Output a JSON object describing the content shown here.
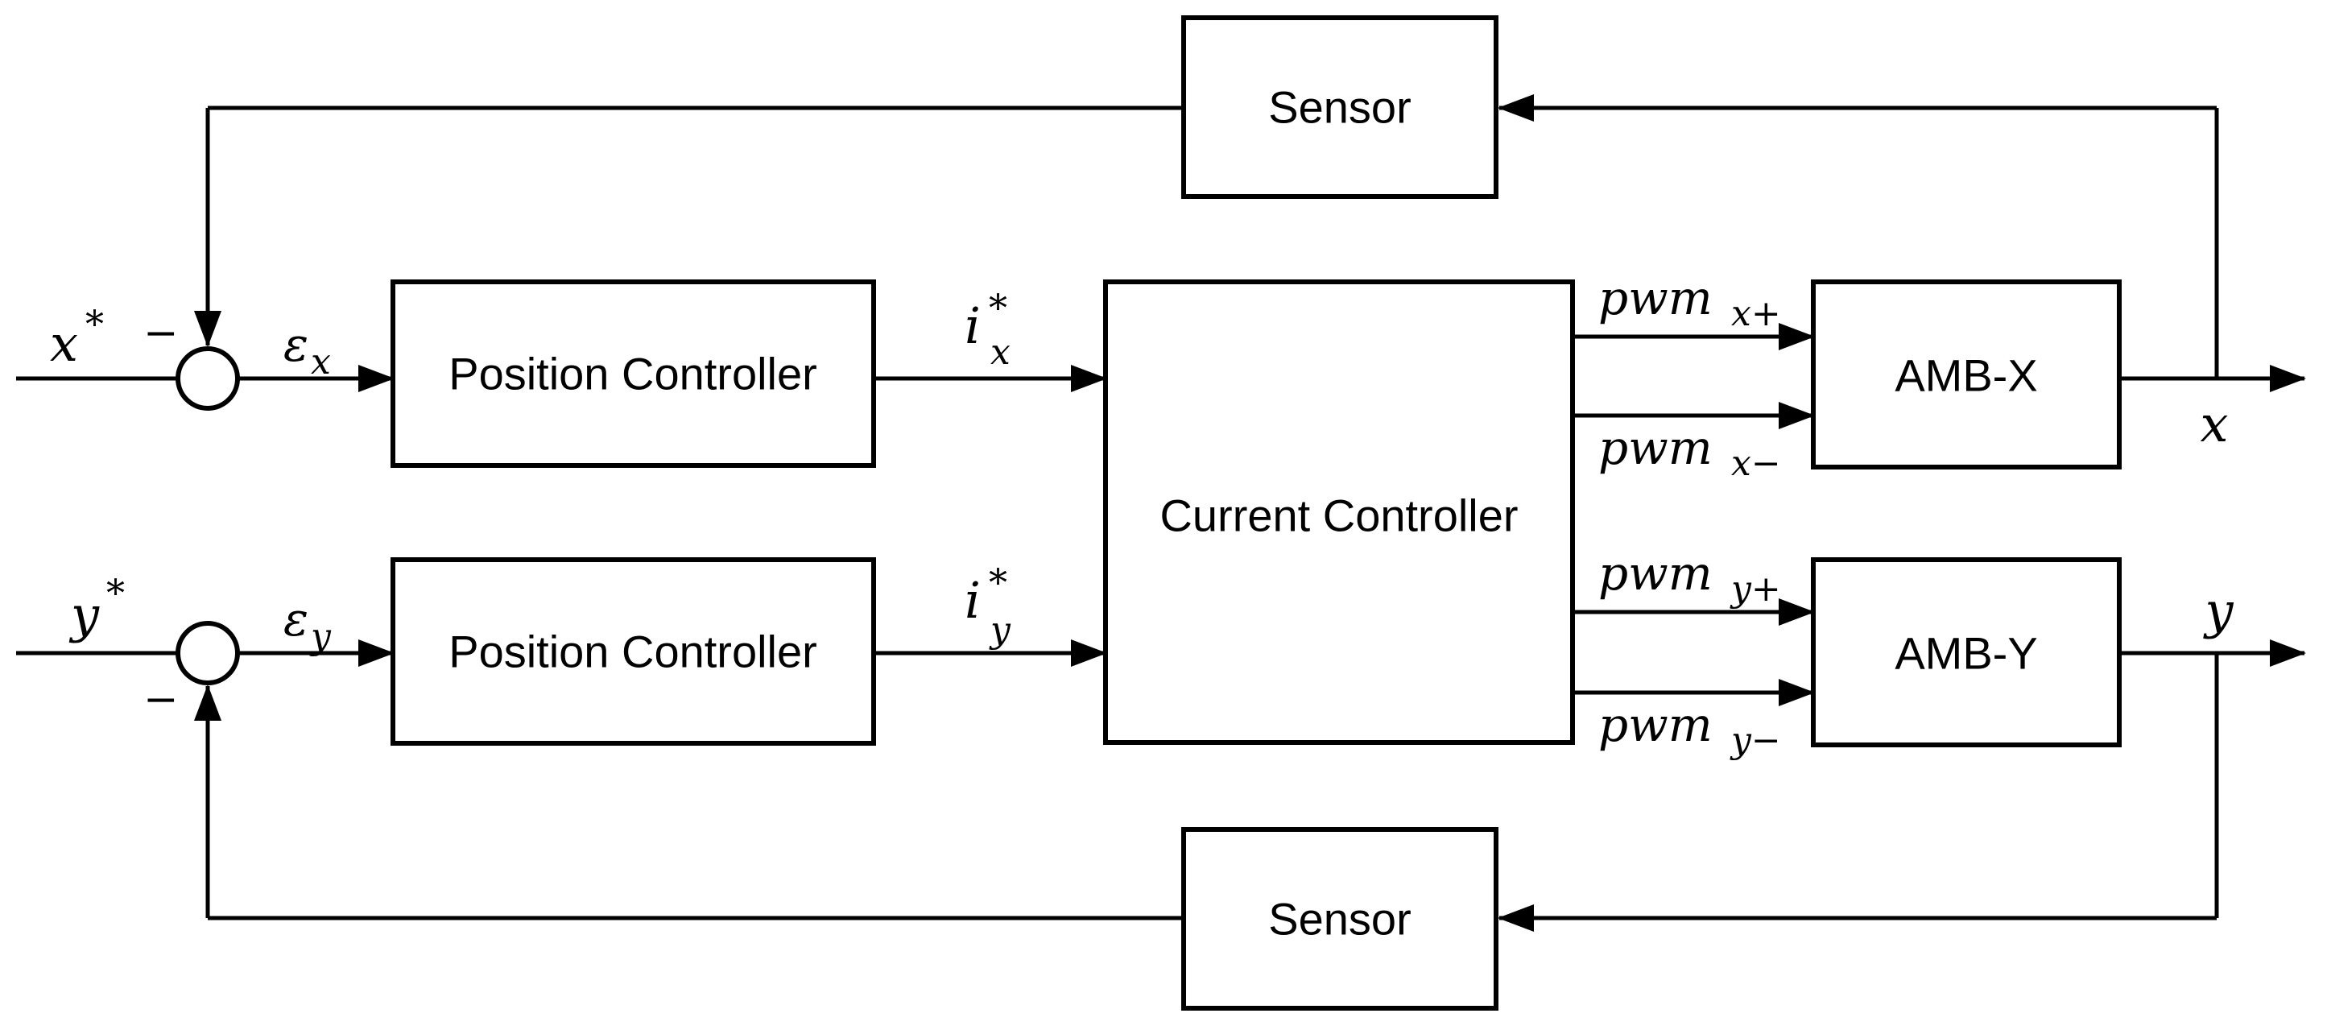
{
  "blocks": {
    "sensor_top": {
      "label": "Sensor"
    },
    "sensor_bottom": {
      "label": "Sensor"
    },
    "position_controller_x": {
      "label": "Position Controller"
    },
    "position_controller_y": {
      "label": "Position Controller"
    },
    "current_controller": {
      "label": "Current Controller"
    },
    "amb_x": {
      "label": "AMB-X"
    },
    "amb_y": {
      "label": "AMB-Y"
    }
  },
  "signals": {
    "x_ref": {
      "base": "x",
      "sup": "*"
    },
    "x_minus": "−",
    "x_error": {
      "base": "ε",
      "sub": "x"
    },
    "x_current_ref": {
      "base": "i",
      "sup": "*",
      "sub": "x"
    },
    "pwm_x_plus": {
      "base": "pwm",
      "sub": "x+"
    },
    "pwm_x_minus": {
      "base": "pwm",
      "sub": "x−"
    },
    "x_out": "x",
    "y_ref": {
      "base": "y",
      "sup": "*"
    },
    "y_minus": "−",
    "y_error": {
      "base": "ε",
      "sub": "y"
    },
    "y_current_ref": {
      "base": "i",
      "sup": "*",
      "sub": "y"
    },
    "pwm_y_plus": {
      "base": "pwm",
      "sub": "y+"
    },
    "pwm_y_minus": {
      "base": "pwm",
      "sub": "y−"
    },
    "y_out": "y"
  },
  "colors": {
    "stroke": "#000000",
    "background": "#ffffff"
  }
}
